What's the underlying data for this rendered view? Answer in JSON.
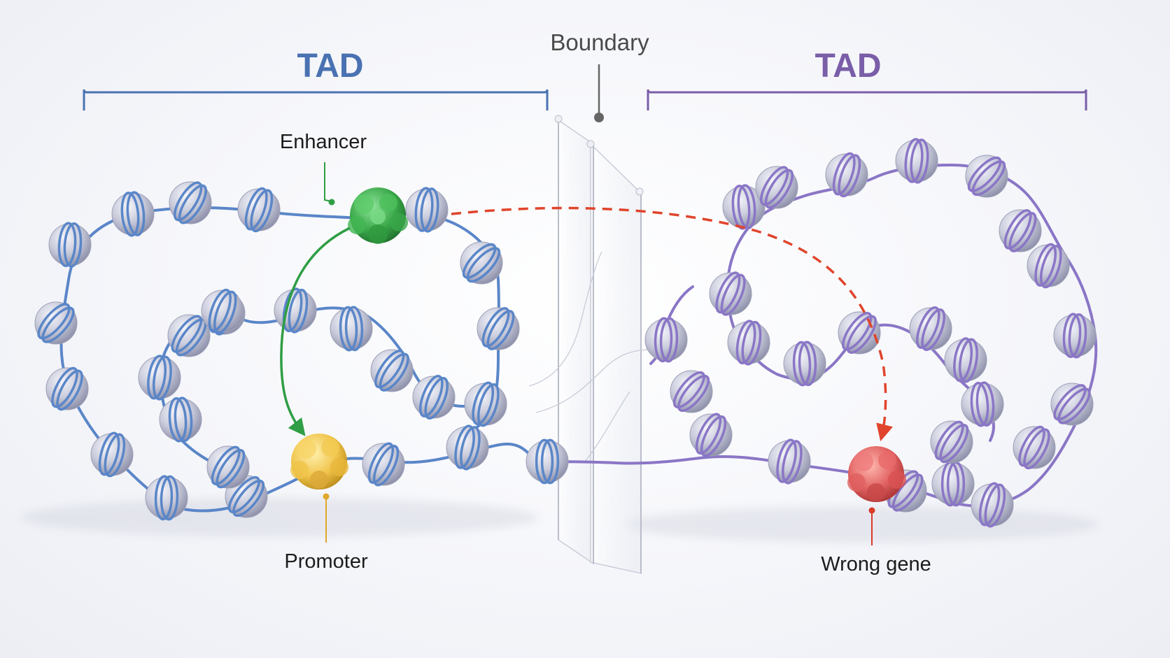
{
  "tads": [
    {
      "title": "TAD",
      "color": "#4a72b2",
      "fiber_color": "#5a86c8"
    },
    {
      "title": "TAD",
      "color": "#7a5ea8",
      "fiber_color": "#8a76c6"
    }
  ],
  "boundary": {
    "label": "Boundary",
    "color": "#666666"
  },
  "elements": {
    "enhancer": {
      "label": "Enhancer",
      "color": "#3aa84a"
    },
    "promoter": {
      "label": "Promoter",
      "color": "#f0c44a"
    },
    "wrong_gene": {
      "label": "Wrong gene",
      "color": "#e06060"
    }
  },
  "arrows": {
    "enhancer_to_promoter": {
      "style": "solid",
      "color": "#2f9e44"
    },
    "enhancer_to_wrong_gene": {
      "style": "dashed",
      "color": "#e0442c"
    }
  }
}
